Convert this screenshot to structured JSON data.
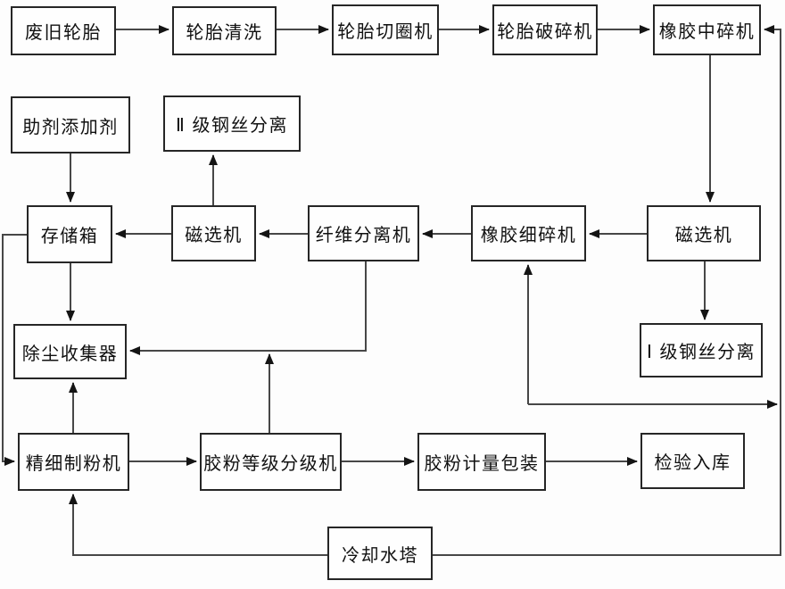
{
  "diagram": {
    "type": "flowchart",
    "background_color": "#ffffff",
    "line_color": "#474747",
    "box_border_color": "#262626",
    "text_color": "#101010",
    "nodes": [
      {
        "id": "waste-tires",
        "label": "废旧轮胎"
      },
      {
        "id": "tire-washing",
        "label": "轮胎清洗"
      },
      {
        "id": "tire-ring-cutter",
        "label": "轮胎切圈机"
      },
      {
        "id": "tire-crusher",
        "label": "轮胎破碎机"
      },
      {
        "id": "rubber-medium-crusher",
        "label": "橡胶中碎机"
      },
      {
        "id": "additive-agent",
        "label": "助剂添加剂"
      },
      {
        "id": "grade2-steel-wire-separation",
        "label": "Ⅱ 级钢丝分离"
      },
      {
        "id": "storage-box",
        "label": "存储箱"
      },
      {
        "id": "magnetic-separator-left",
        "label": "磁选机"
      },
      {
        "id": "fiber-separator",
        "label": "纤维分离机"
      },
      {
        "id": "rubber-fine-crusher",
        "label": "橡胶细碎机"
      },
      {
        "id": "magnetic-separator-right",
        "label": "磁选机"
      },
      {
        "id": "dust-collector",
        "label": "除尘收集器"
      },
      {
        "id": "grade1-steel-wire-separation",
        "label": "Ⅰ 级钢丝分离"
      },
      {
        "id": "fine-milling-machine",
        "label": "精细制粉机"
      },
      {
        "id": "powder-grade-classifier",
        "label": "胶粉等级分级机"
      },
      {
        "id": "powder-metering-packaging",
        "label": "胶粉计量包装"
      },
      {
        "id": "inspection-warehousing",
        "label": "检验入库"
      },
      {
        "id": "cooling-tower",
        "label": "冷却水塔"
      }
    ],
    "edges": [
      {
        "from": "waste-tires",
        "to": "tire-washing"
      },
      {
        "from": "tire-washing",
        "to": "tire-ring-cutter"
      },
      {
        "from": "tire-ring-cutter",
        "to": "tire-crusher"
      },
      {
        "from": "tire-crusher",
        "to": "rubber-medium-crusher"
      },
      {
        "from": "rubber-medium-crusher",
        "to": "magnetic-separator-right"
      },
      {
        "from": "magnetic-separator-left",
        "to": "grade2-steel-wire-separation"
      },
      {
        "from": "additive-agent",
        "to": "storage-box"
      },
      {
        "from": "magnetic-separator-left",
        "to": "storage-box"
      },
      {
        "from": "fiber-separator",
        "to": "magnetic-separator-left"
      },
      {
        "from": "rubber-fine-crusher",
        "to": "fiber-separator"
      },
      {
        "from": "magnetic-separator-right",
        "to": "rubber-fine-crusher"
      },
      {
        "from": "magnetic-separator-right",
        "to": "grade1-steel-wire-separation"
      },
      {
        "from": "storage-box",
        "to": "dust-collector"
      },
      {
        "from": "fiber-separator",
        "to": "dust-collector"
      },
      {
        "from": "powder-grade-classifier",
        "to": "dust-collector"
      },
      {
        "from": "fine-milling-machine",
        "to": "dust-collector"
      },
      {
        "from": "storage-box",
        "to": "fine-milling-machine"
      },
      {
        "from": "fine-milling-machine",
        "to": "powder-grade-classifier"
      },
      {
        "from": "powder-grade-classifier",
        "to": "powder-metering-packaging"
      },
      {
        "from": "powder-metering-packaging",
        "to": "inspection-warehousing"
      },
      {
        "from": "cooling-tower",
        "to": "fine-milling-machine"
      },
      {
        "from": "cooling-tower",
        "to": "rubber-medium-crusher"
      },
      {
        "from": "recycle-junction",
        "to": "rubber-fine-crusher"
      },
      {
        "from": "recycle-junction",
        "to": "rubber-medium-crusher"
      }
    ]
  }
}
